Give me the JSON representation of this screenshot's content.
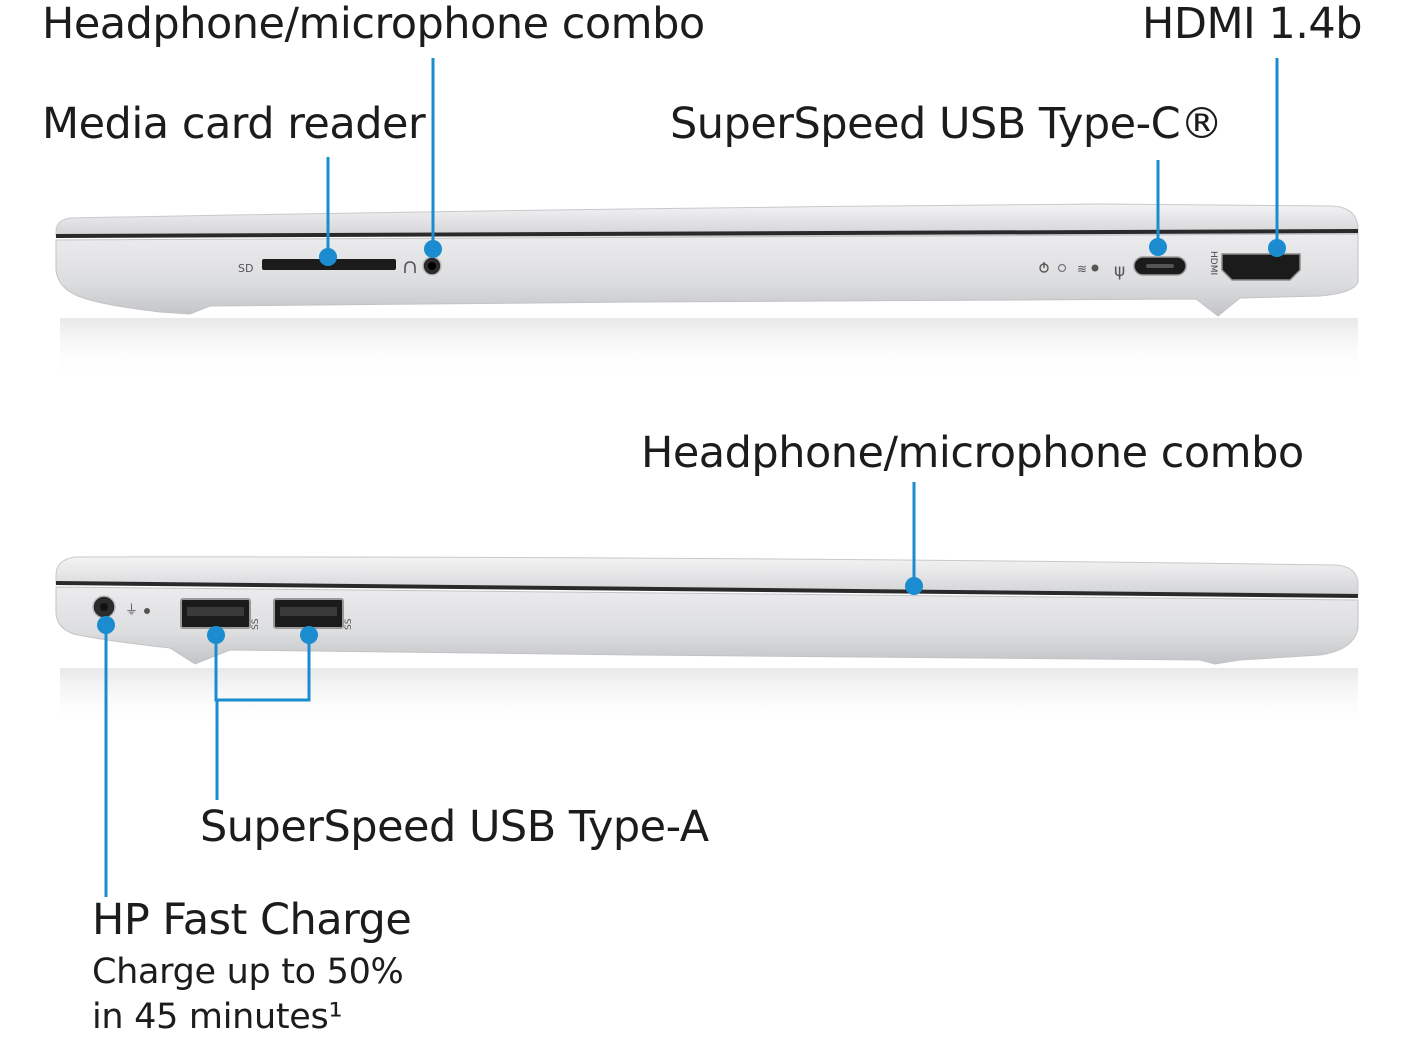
{
  "callouts": {
    "top_headphone": "Headphone/microphone combo",
    "media_card": "Media card reader",
    "usb_c": "SuperSpeed USB Type-C®",
    "hdmi": "HDMI 1.4b",
    "bottom_headphone": "Headphone/microphone combo",
    "usb_a": "SuperSpeed USB Type-A",
    "fast_charge_title": "HP Fast Charge",
    "fast_charge_line1": "Charge up to 50%",
    "fast_charge_line2": "in 45 minutes¹"
  },
  "port_markings": {
    "sd": "SD",
    "hdmi": "HDMI",
    "ss_left": "SS",
    "ss_right": "SS"
  },
  "colors": {
    "callout_blue": "#1a8ccf",
    "chassis_silver": "#d9dadc",
    "port_black": "#1b1b1b"
  }
}
